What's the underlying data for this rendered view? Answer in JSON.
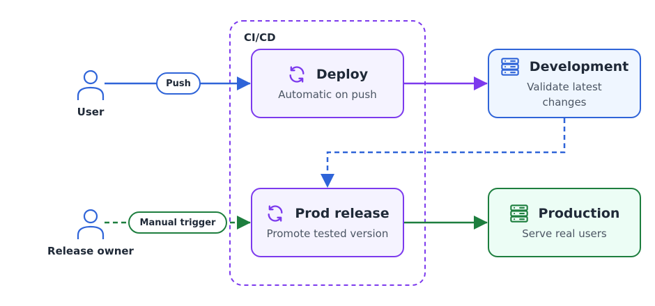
{
  "group": {
    "label": "CI/CD"
  },
  "actors": {
    "user": {
      "label": "User"
    },
    "release_owner": {
      "label": "Release owner"
    }
  },
  "edge_labels": {
    "push": "Push",
    "manual_trigger": "Manual trigger"
  },
  "nodes": {
    "deploy": {
      "title": "Deploy",
      "subtitle": "Automatic on push",
      "icon": "refresh-icon"
    },
    "prod_release": {
      "title": "Prod release",
      "subtitle": "Promote tested version",
      "icon": "refresh-icon"
    },
    "development": {
      "title": "Development",
      "subtitle_line1": "Validate latest",
      "subtitle_line2": "changes",
      "icon": "server-icon"
    },
    "production": {
      "title": "Production",
      "subtitle": "Serve real users",
      "icon": "server-icon"
    }
  },
  "colors": {
    "blue": "#2f64d8",
    "purple": "#7c3aed",
    "green": "#1d7e3e"
  }
}
